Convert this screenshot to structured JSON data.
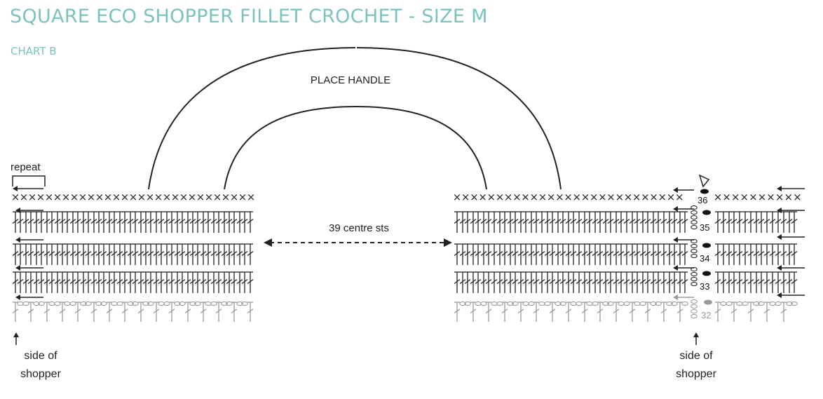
{
  "title": "SQUARE ECO SHOPPER FILLET CROCHET - SIZE M",
  "subtitle": "CHART B",
  "colors": {
    "accent": "#7cc3c0",
    "ink": "#222222",
    "grey": "#9a9a9a"
  },
  "labels": {
    "place_handle": "PLACE HANDLE",
    "centre_sts": "39 centre sts",
    "repeat": "repeat",
    "side_left_1": "side of",
    "side_left_2": "shopper",
    "side_right_1": "side of",
    "side_right_2": "shopper"
  },
  "row_numbers": [
    "36",
    "35",
    "34",
    "33",
    "32"
  ]
}
